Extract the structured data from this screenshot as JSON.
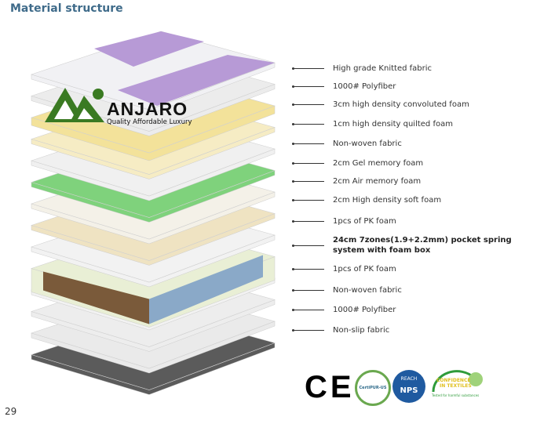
{
  "title": "Material structure",
  "page_number": "29",
  "logo": {
    "brand": "ANJARO",
    "tagline": "Quality Affordable Luxury"
  },
  "layers": [
    {
      "label": "High grade Knitted fabric",
      "color": "#f1f1f4",
      "accent": "#b79ad6"
    },
    {
      "label": "1000# Polyfiber",
      "color": "#ececec"
    },
    {
      "label": "3cm high density convoluted foam",
      "color": "#f3e29a"
    },
    {
      "label": "1cm high density quilted foam",
      "color": "#f6ecc4"
    },
    {
      "label": "Non-woven fabric",
      "color": "#f0f0f0"
    },
    {
      "label": "2cm Gel memory foam",
      "color": "#7fd27c"
    },
    {
      "label": "2cm Air memory foam",
      "color": "#f4f1e8"
    },
    {
      "label": "2cm High density soft foam",
      "color": "#efe3c2"
    },
    {
      "label": "1pcs of PK foam",
      "color": "#f2f2f2"
    },
    {
      "label": "24cm 7zones(1.9+2.2mm) pocket spring system with foam box",
      "color": "#e9efd5",
      "accent": "#7a5a3a",
      "bold": true
    },
    {
      "label": "1pcs of PK foam",
      "color": "#f2f2f2"
    },
    {
      "label": "Non-woven fabric",
      "color": "#ededed"
    },
    {
      "label": "1000# Polyfiber",
      "color": "#eaeaea"
    },
    {
      "label": "Non-slip fabric",
      "color": "#5b5b5b"
    }
  ],
  "certifications": [
    "CE",
    "CertiPUR-US",
    "REACH NPS",
    "CONFIDENCE IN TEXTILES"
  ],
  "cert_text": {
    "ce": "CE",
    "certipur": "CertiPUR-US",
    "reach": "REACH",
    "nps": "NPS",
    "oeko1": "CONFIDENCE",
    "oeko2": "IN TEXTILES",
    "oeko3": "Tested for harmful substances"
  }
}
